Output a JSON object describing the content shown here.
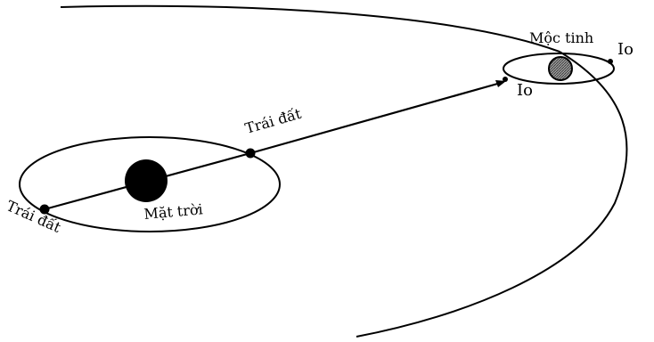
{
  "labels": {
    "earth_top": "Trái đất",
    "earth_left": "Trái đất",
    "sun": "Mặt trời",
    "jupiter": "Mộc tinh",
    "io_right": "Io",
    "io_left": "Io"
  },
  "colors": {
    "ink": "#000000",
    "jupiter_fill": "#7d7d7d",
    "background": "#ffffff"
  }
}
